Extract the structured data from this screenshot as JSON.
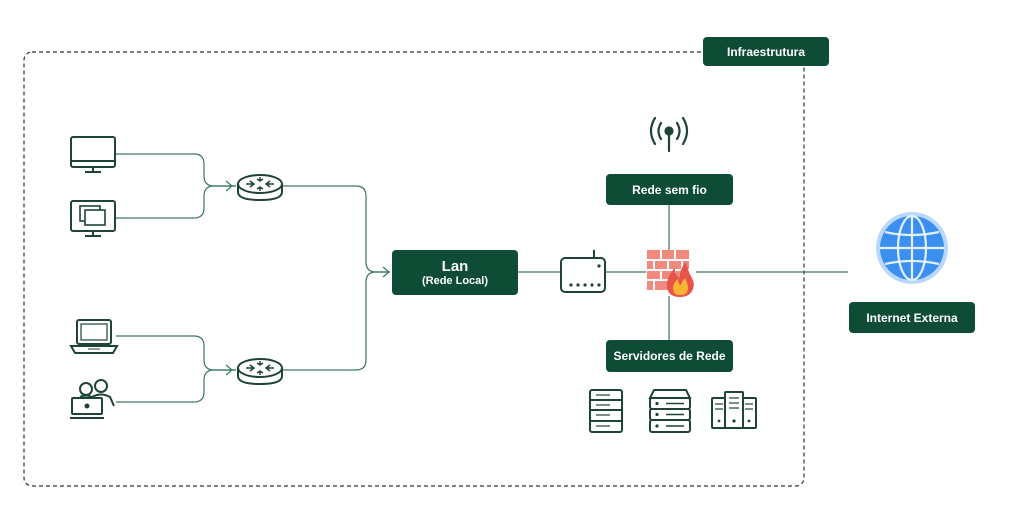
{
  "labels": {
    "infra": "Infraestrutura",
    "lan_main": "Lan",
    "lan_sub": "(Rede Local)",
    "wireless": "Rede sem fio",
    "servers": "Servidores de Rede",
    "internet": "Internet Externa"
  },
  "colors": {
    "box": "#0f4c36",
    "line": "#3a7a5c",
    "icon": "#1d4434",
    "firewall": "#e8534a",
    "globe": "#3b8ff0"
  },
  "icons": [
    "desktop-monitor-icon",
    "windows-monitor-icon",
    "laptop-icon",
    "users-icon",
    "router-icon",
    "modem-icon",
    "firewall-icon",
    "wireless-antenna-icon",
    "server-rack-icon",
    "server-stack-icon",
    "server-towers-icon",
    "globe-icon"
  ]
}
